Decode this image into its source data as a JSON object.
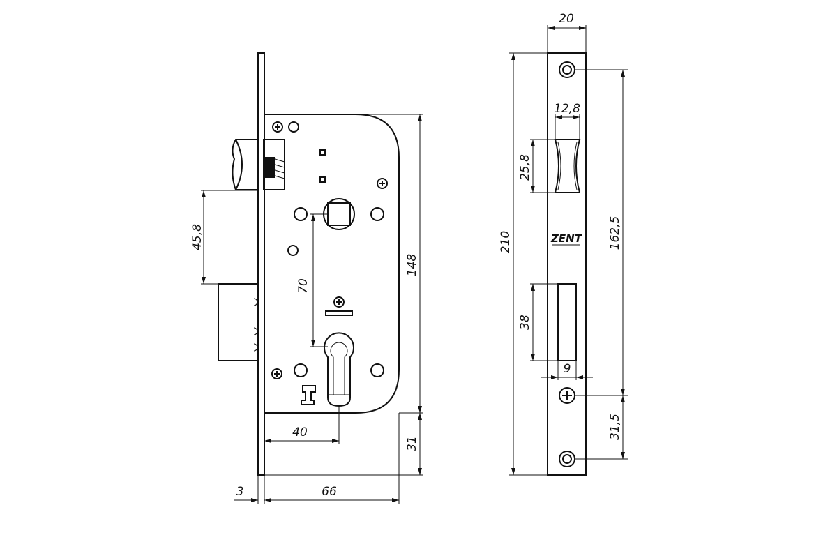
{
  "dimensions": {
    "backset_66": "66",
    "faceplate_thickness_3": "3",
    "cylinder_offset_40": "40",
    "centre_distance_70": "70",
    "body_height_148": "148",
    "bottom_offset_31": "31",
    "latch_to_bolt_45_8": "45,8",
    "faceplate_width_20": "20",
    "latch_width_12_8": "12,8",
    "latch_height_25_8": "25,8",
    "faceplate_length_210": "210",
    "hole_spacing_162_5": "162,5",
    "bolt_height_38": "38",
    "bolt_width_9": "9",
    "lower_hole_spacing_31_5": "31,5"
  },
  "faceplate": {
    "brand_logo": "ZENT"
  },
  "icons": {
    "mount_hole": "phillips-screw-icon",
    "fixing_hole": "circle-hole-icon"
  }
}
